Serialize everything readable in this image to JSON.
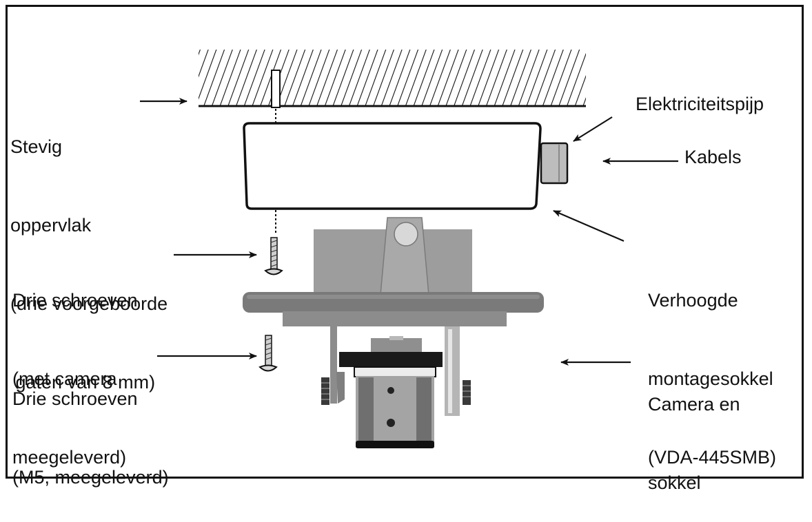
{
  "labels": {
    "surface": [
      "Stevig",
      "oppervlak",
      "(drie voorgeboorde",
      " gaten van 8 mm)"
    ],
    "conduit": "Elektriciteitspijp",
    "cables": "Kabels",
    "screws_camera": [
      "Drie schroeven",
      "(met camera",
      "meegeleverd)"
    ],
    "mount": [
      "Verhoogde",
      "montagesokkel",
      "(VDA-445SMB)"
    ],
    "screws_m5": [
      "Drie schroeven",
      "(M5, meegeleverd)"
    ],
    "camera": [
      "Camera en",
      "sokkel"
    ]
  },
  "colors": {
    "line": "#111111",
    "gray_light": "#c8c8c8",
    "gray_mid": "#9a9a9a",
    "gray_dark": "#6d6d6d",
    "black": "#1a1a1a"
  }
}
